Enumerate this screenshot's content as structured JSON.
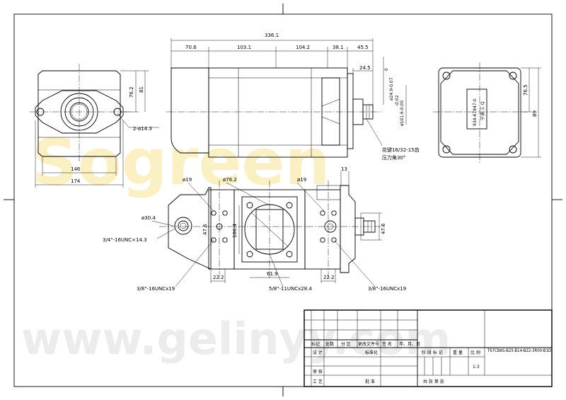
{
  "watermark": {
    "upper": "Sogreen",
    "lower": "www.gelinyy.com"
  },
  "front_view": {
    "width1": "146",
    "width2": "174",
    "h1": "76.2",
    "h2": "81",
    "holes": "2-ø14.3"
  },
  "side_view": {
    "total": "336.1",
    "segments": [
      "70.6",
      "103.1",
      "104.2",
      "38.1",
      "45.5"
    ],
    "shaft_len": "24.5",
    "shaft_dia": "ø24.9-0.07",
    "shaft_tol": "0",
    "pilot_dia": "ø101.6-0.05",
    "pilot_tol": "-0.02",
    "spline_note1": "花键16/32-15齿",
    "spline_note2": "压力角30°"
  },
  "rear_view": {
    "nameplate": "934-67847-0",
    "brand": "宁波 三 Q",
    "h1": "76.5",
    "h2": "89"
  },
  "plan_view": {
    "d1": "ø19",
    "d2": "ø76.2",
    "d3": "ø19",
    "d4": "13",
    "d5": "ø30.4",
    "d6": "3/4\"-16UNC×14.3",
    "d7": "47.6",
    "d8": "106.4",
    "d9": "47.6",
    "d10": "22.2",
    "d11": "61.9",
    "d12": "22.2",
    "note_left": "3/8\"-16UNCx19",
    "note_mid": "5/8\"-11UNCx28.4",
    "note_right": "3/8\"-16UNCx19"
  },
  "title_block": {
    "cols": [
      "标记",
      "处数",
      "分 区",
      "更改文件号",
      "签 名",
      "年、月、日"
    ],
    "design": "设 计",
    "standardize": "标准化",
    "review": "审 核",
    "process": "工 艺",
    "approve": "批 准",
    "stage": "阶 段 标 记",
    "weight": "重 量",
    "scale_label": "比 例",
    "scale": "1:3",
    "sheets": "共     张     第     张",
    "drawing_no": "T67CBAS-B25-B14-B22-3R00-B1D"
  }
}
